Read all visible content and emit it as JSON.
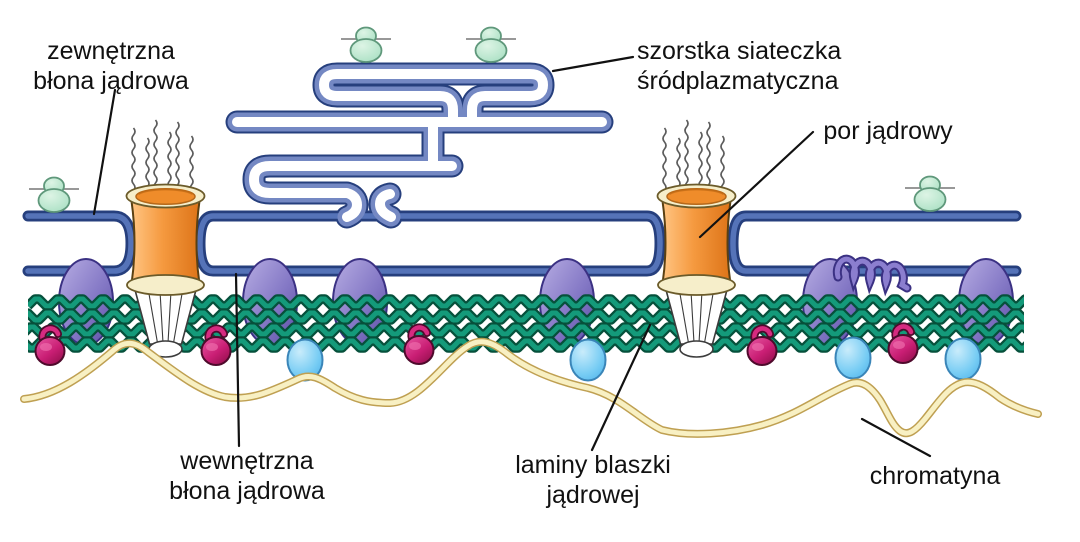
{
  "labels": {
    "outer_membrane": {
      "line1": "zewnętrzna",
      "line2": "błona jądrowa"
    },
    "rough_er": {
      "line1": "szorstka siateczka",
      "line2": "śródplazmatyczna"
    },
    "nuclear_pore": {
      "line1": "por jądrowy"
    },
    "inner_membrane": {
      "line1": "wewnętrzna",
      "line2": "błona jądrowa"
    },
    "nuclear_lamina": {
      "line1": "laminy blaszki",
      "line2": "jądrowej"
    },
    "chromatin": {
      "line1": "chromatyna"
    }
  },
  "colors": {
    "membrane_outline": "#263f7d",
    "membrane_core": "#5573b8",
    "er_wall": "#7488c3",
    "er_lumen": "#ffffff",
    "lamin_outline": "#06503b",
    "lamin_green": "#149a7a",
    "pore_orange": "#f59a40",
    "pore_rim_cream": "#f6eeca",
    "protein_purple": "#8579c6",
    "protein_pink": "#c2186e",
    "protein_blue": "#5fc0f2",
    "ribosome_green": "#b9e6ca",
    "chromatin_yellow": "#f8f0c3",
    "chromatin_edge": "#bfa052",
    "filament_gray": "#5c5c5c",
    "label_black": "#111111"
  }
}
